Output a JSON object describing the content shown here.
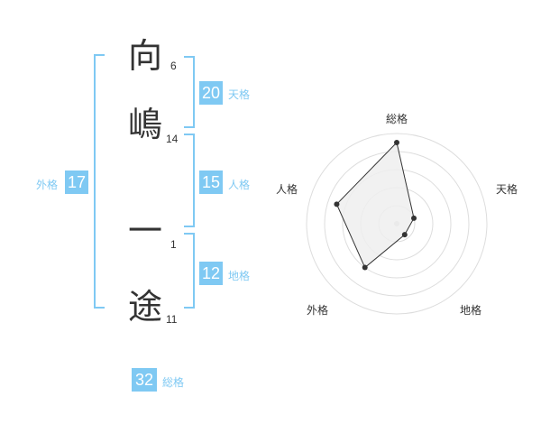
{
  "characters": [
    {
      "char": "向",
      "strokes": "6"
    },
    {
      "char": "嶋",
      "strokes": "14"
    },
    {
      "char": "一",
      "strokes": "1"
    },
    {
      "char": "途",
      "strokes": "11"
    }
  ],
  "kakusu": {
    "tenkaku": {
      "value": "20",
      "label": "天格"
    },
    "jinkaku": {
      "value": "15",
      "label": "人格"
    },
    "chikaku": {
      "value": "12",
      "label": "地格"
    },
    "gaikaku": {
      "value": "17",
      "label": "外格"
    },
    "soukaku": {
      "value": "32",
      "label": "総格"
    }
  },
  "colors": {
    "accent": "#7fc9f3",
    "text": "#333333",
    "radar_fill": "#eeeeee"
  },
  "chart_data": {
    "type": "radar",
    "axes": [
      "総格",
      "天格",
      "地格",
      "外格",
      "人格"
    ],
    "values": [
      4.5,
      1.0,
      0.75,
      3.0,
      3.5
    ],
    "max": 5,
    "rings": 5
  }
}
